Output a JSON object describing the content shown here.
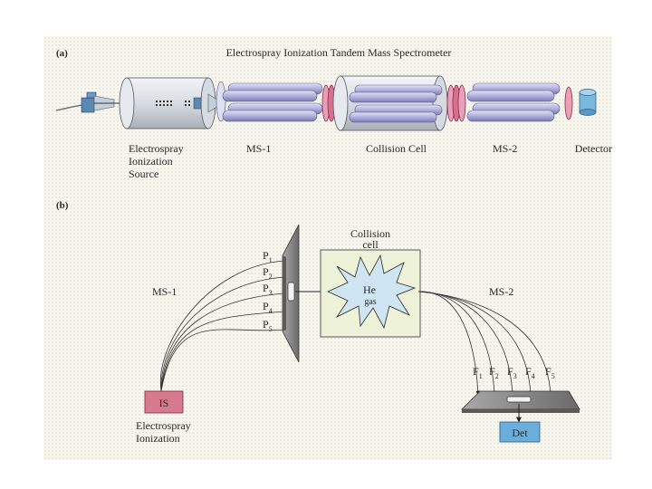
{
  "panel_a": {
    "label": "(a)",
    "title": "Electrospray Ionization Tandem Mass Spectrometer",
    "labels": {
      "source_line1": "Electrospray",
      "source_line2": "Ionization",
      "source_line3": "Source",
      "ms1": "MS-1",
      "collision_cell": "Collision Cell",
      "ms2": "MS-2",
      "detector": "Detector"
    }
  },
  "panel_b": {
    "label": "(b)",
    "ms1": "MS-1",
    "ms2": "MS-2",
    "collision_line1": "Collision",
    "collision_line2": "cell",
    "he": "He",
    "gas": "gas",
    "is": "IS",
    "electrospray_line1": "Electrospray",
    "electrospray_line2": "Ionization",
    "det": "Det",
    "precursors": [
      "1",
      "2",
      "3",
      "4",
      "5"
    ],
    "fragments": [
      "1",
      "2",
      "3",
      "4",
      "5"
    ],
    "precursor_letter": "P",
    "fragment_letter": "F"
  },
  "colors": {
    "rod": "#b4b4e0",
    "rod_dark": "#6e6ea6",
    "ring": "#c8507a",
    "cell_fill": "#eef2d8",
    "burst": "#cfe6f2",
    "is_box": "#d87a8e",
    "det_box": "#6aaedc",
    "plate": "#8c8c8c"
  }
}
